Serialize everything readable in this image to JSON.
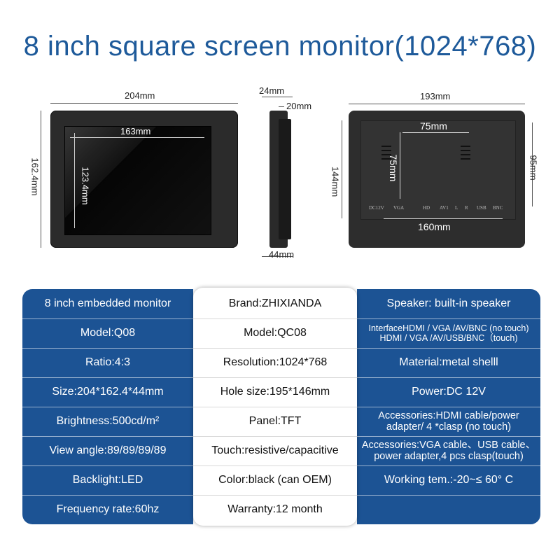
{
  "title": "8 inch square screen monitor(1024*768)",
  "dimensions": {
    "front_width": "204mm",
    "front_inner_width": "163mm",
    "front_height": "162.4mm",
    "front_inner_height": "123.4mm",
    "side_depth_top": "24mm",
    "side_depth_inner": "20mm",
    "side_depth_bottom": "44mm",
    "back_width": "193mm",
    "back_hole_h": "75mm",
    "back_hole_v": "75mm",
    "back_height": "144mm",
    "back_side": "95mm",
    "back_bottom": "160mm"
  },
  "ports": [
    "DC12V",
    "VGA",
    "HD",
    "AV1",
    "L",
    "R",
    "USB",
    "BNC"
  ],
  "specs": {
    "col1": [
      "8 inch embedded monitor",
      "Model:Q08",
      "Ratio:4:3",
      "Size:204*162.4*44mm",
      "Brightness:500cd/m²",
      "View angle:89/89/89/89",
      "Backlight:LED",
      "Frequency rate:60hz"
    ],
    "col2": [
      "Brand:ZHIXIANDA",
      "Model:QC08",
      "Resolution:1024*768",
      "Hole size:195*146mm",
      "Panel:TFT",
      "Touch:resistive/capacitive",
      "Color:black (can OEM)",
      "Warranty:12 month"
    ],
    "col3": {
      "speaker": "Speaker: built-in speaker",
      "interface_1": "InterfaceHDMI / VGA /AV/BNC (no touch)",
      "interface_2": "HDMI / VGA /AV/USB/BNC（touch)",
      "material": "Material:metal shelll",
      "power": "Power:DC 12V",
      "accessories1_1": "Accessories:HDMI cable/power",
      "accessories1_2": "adapter/ 4 *clasp (no touch)",
      "accessories2_1": "Accessories:VGA cable、USB cable、",
      "accessories2_2": "power adapter,4 pcs clasp(touch)",
      "working": "Working tem.:-20~≤ 60° C"
    }
  }
}
